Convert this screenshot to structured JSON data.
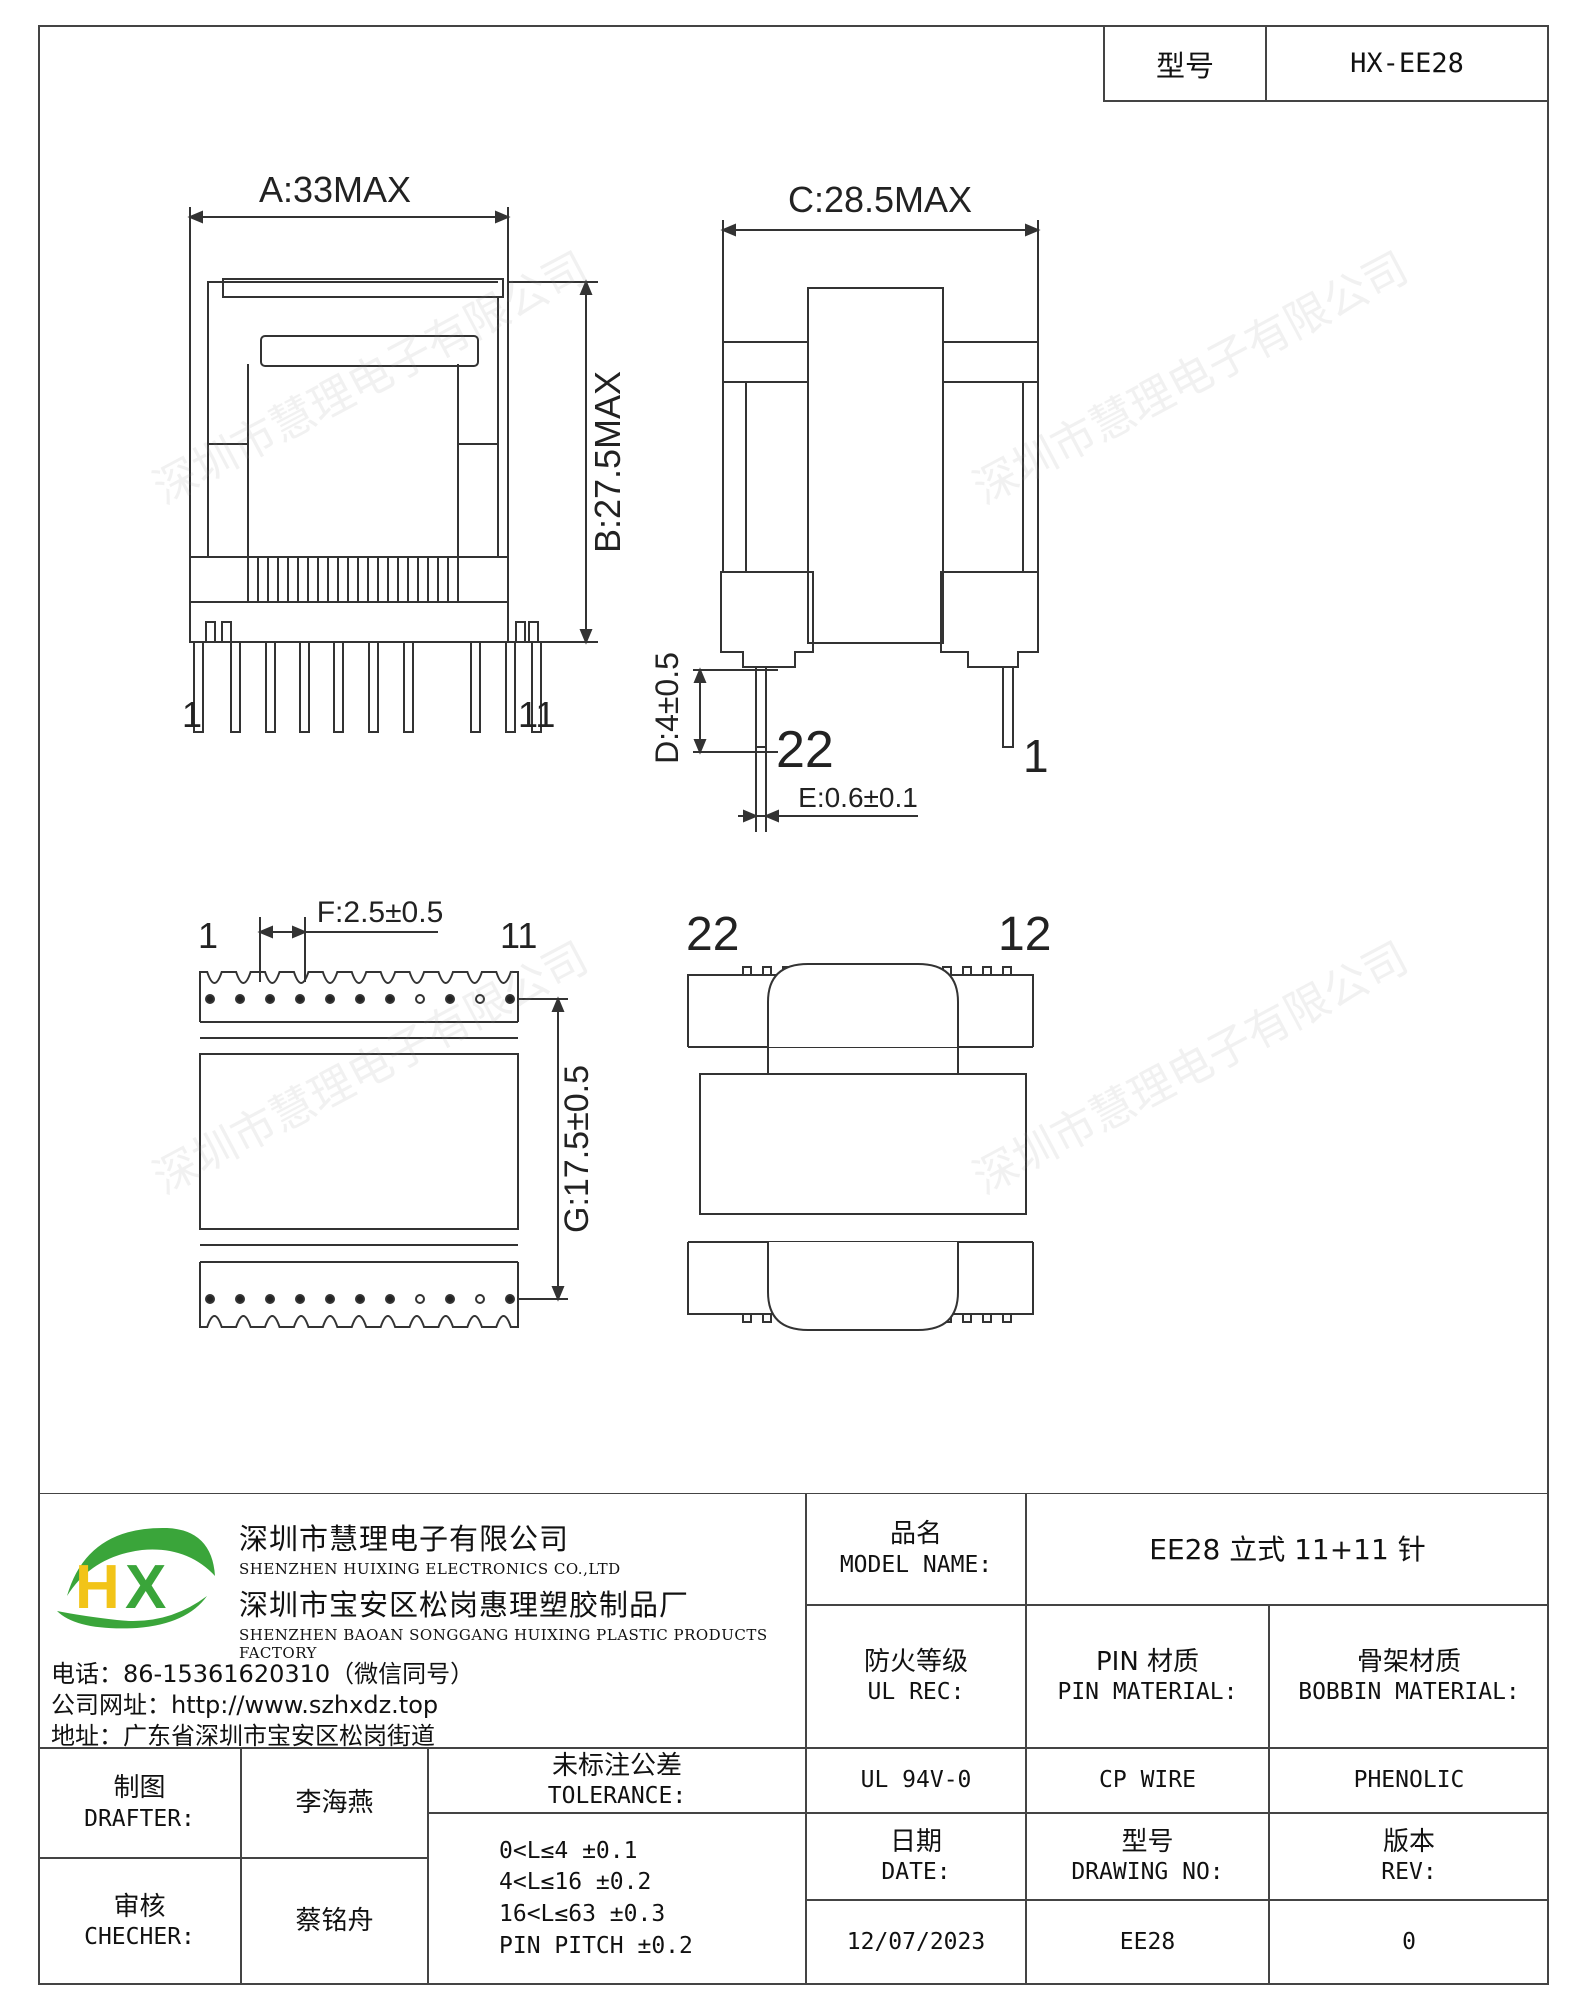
{
  "header": {
    "model_label": "型号",
    "model_value": "HX-EE28"
  },
  "dimensions": {
    "a": "A:33MAX",
    "b": "B:27.5MAX",
    "c": "C:28.5MAX",
    "d": "D:4±0.5",
    "e": "E:0.6±0.1",
    "f": "F:2.5±0.5",
    "g": "G:17.5±0.5"
  },
  "pins": {
    "front_left": "1",
    "front_right": "11",
    "side_left": "22",
    "side_right": "1",
    "bottom_left": "1",
    "bottom_right": "11",
    "top_left": "22",
    "top_right": "12"
  },
  "company": {
    "name_cn": "深圳市慧理电子有限公司",
    "name_en": "SHENZHEN HUIXING ELECTRONICS CO.,LTD",
    "factory_cn": "深圳市宝安区松岗惠理塑胶制品厂",
    "factory_en": "SHENZHEN BAOAN SONGGANG HUIXING PLASTIC PRODUCTS FACTORY",
    "phone": "电话：86-15361620310（微信同号）",
    "website": "公司网址：http://www.szhxdz.top",
    "address": "地址：广东省深圳市宝安区松岗街道",
    "colors": {
      "green": "#3aa53a",
      "yellow": "#f2c418"
    }
  },
  "title_block": {
    "model_name_cn": "品名",
    "model_name_en": "MODEL NAME:",
    "model_name_value": "EE28 立式 11+11 针",
    "ul_cn": "防火等级",
    "ul_en": "UL REC:",
    "pin_cn": "PIN 材质",
    "pin_en": "PIN MATERIAL:",
    "bobbin_cn": "骨架材质",
    "bobbin_en": "BOBBIN MATERIAL:",
    "ul_value": "UL 94V-0",
    "pin_value": "CP WIRE",
    "bobbin_value": "PHENOLIC",
    "drafter_cn": "制图",
    "drafter_en": "DRAFTER:",
    "drafter_value": "李海燕",
    "checker_cn": "审核",
    "checker_en": "CHECHER:",
    "checker_value": "蔡铭舟",
    "tolerance_cn": "未标注公差",
    "tolerance_en": "TOLERANCE:",
    "tolerances": [
      "0<L≤4  ±0.1",
      "4<L≤16 ±0.2",
      "16<L≤63 ±0.3",
      "PIN PITCH ±0.2"
    ],
    "date_cn": "日期",
    "date_en": "DATE:",
    "drawing_cn": "型号",
    "drawing_en": "DRAWING NO:",
    "rev_cn": "版本",
    "rev_en": "REV:",
    "date_value": "12/07/2023",
    "drawing_value": "EE28",
    "rev_value": "0"
  },
  "watermark": "深圳市慧理电子有限公司"
}
